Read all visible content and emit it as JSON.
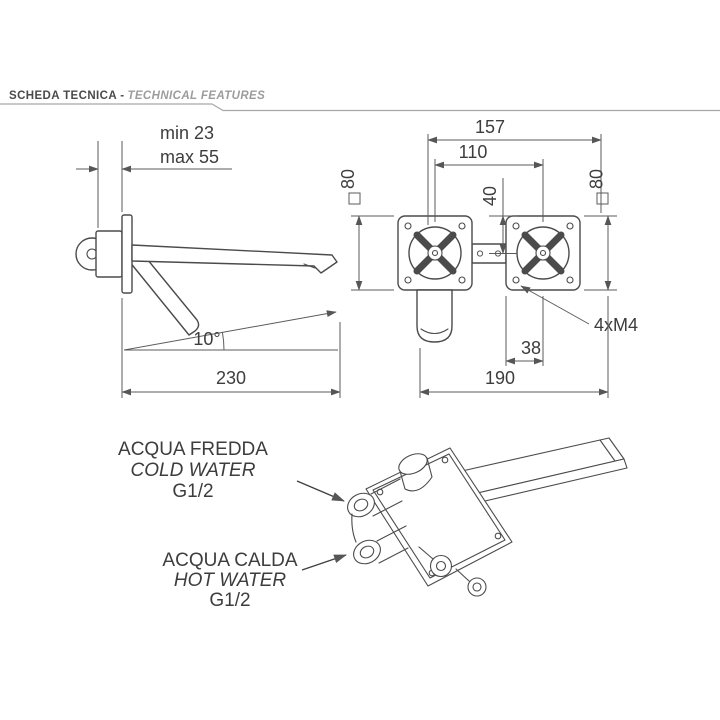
{
  "header": {
    "title_primary": "SCHEDA TECNICA -",
    "title_secondary": "TECHNICAL FEATURES"
  },
  "side_view": {
    "depth_min_label": "min 23",
    "depth_max_label": "max 55",
    "angle_label": "10°",
    "length_label": "230"
  },
  "front_view": {
    "width_overall_label": "157",
    "width_centers_label": "110",
    "plate_height_left_label": "80",
    "plate_height_right_label": "80",
    "handle_offset_label": "40",
    "screws_label": "4xM4",
    "spout_width_label": "38",
    "width_total_label": "190"
  },
  "connections": {
    "cold": {
      "name_it": "ACQUA FREDDA",
      "name_en": "COLD WATER",
      "thread": "G1/2"
    },
    "hot": {
      "name_it": "ACQUA CALDA",
      "name_en": "HOT WATER",
      "thread": "G1/2"
    }
  },
  "colors": {
    "line": "#4b4b4b",
    "dimension_line": "#5b5b5b",
    "text": "#3d3d3d",
    "header_primary": "#4a4a4a",
    "header_secondary": "#9c9c9c",
    "rule": "#a8a8a8"
  }
}
